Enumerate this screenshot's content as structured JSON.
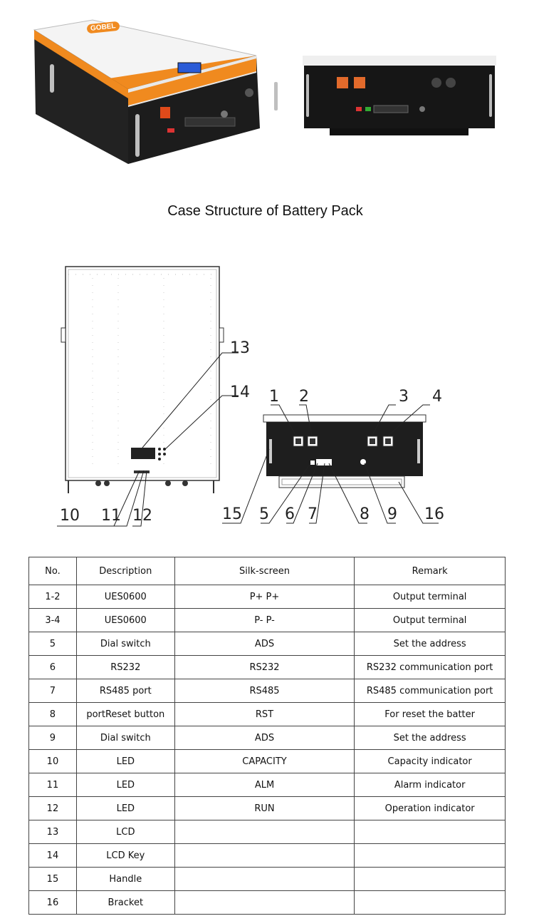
{
  "photo": {
    "brand_logo": "GOBEL",
    "lcd_icon": "lcd-screen-icon"
  },
  "title": "Case Structure of Battery Pack",
  "callouts": [
    "1",
    "2",
    "3",
    "4",
    "5",
    "6",
    "7",
    "8",
    "9",
    "10",
    "11",
    "12",
    "13",
    "14",
    "15",
    "16"
  ],
  "table": {
    "headers": [
      "No.",
      "Description",
      "Silk-screen",
      "Remark"
    ],
    "rows": [
      [
        "1-2",
        "UES0600",
        "P+ P+",
        "Output terminal"
      ],
      [
        "3-4",
        "UES0600",
        "P- P-",
        "Output terminal"
      ],
      [
        "5",
        "Dial switch",
        "ADS",
        "Set the address"
      ],
      [
        "6",
        "RS232",
        "RS232",
        "RS232 communication port"
      ],
      [
        "7",
        "RS485 port",
        "RS485",
        "RS485 communication port"
      ],
      [
        "8",
        "portReset button",
        "RST",
        "For reset the batter"
      ],
      [
        "9",
        "Dial switch",
        "ADS",
        "Set the address"
      ],
      [
        "10",
        "LED",
        "CAPACITY",
        "Capacity indicator"
      ],
      [
        "11",
        "LED",
        "ALM",
        "Alarm indicator"
      ],
      [
        "12",
        "LED",
        "RUN",
        "Operation indicator"
      ],
      [
        "13",
        "LCD",
        "",
        ""
      ],
      [
        "14",
        "LCD Key",
        "",
        ""
      ],
      [
        "15",
        "Handle",
        "",
        ""
      ],
      [
        "16",
        "Bracket",
        "",
        ""
      ]
    ]
  }
}
